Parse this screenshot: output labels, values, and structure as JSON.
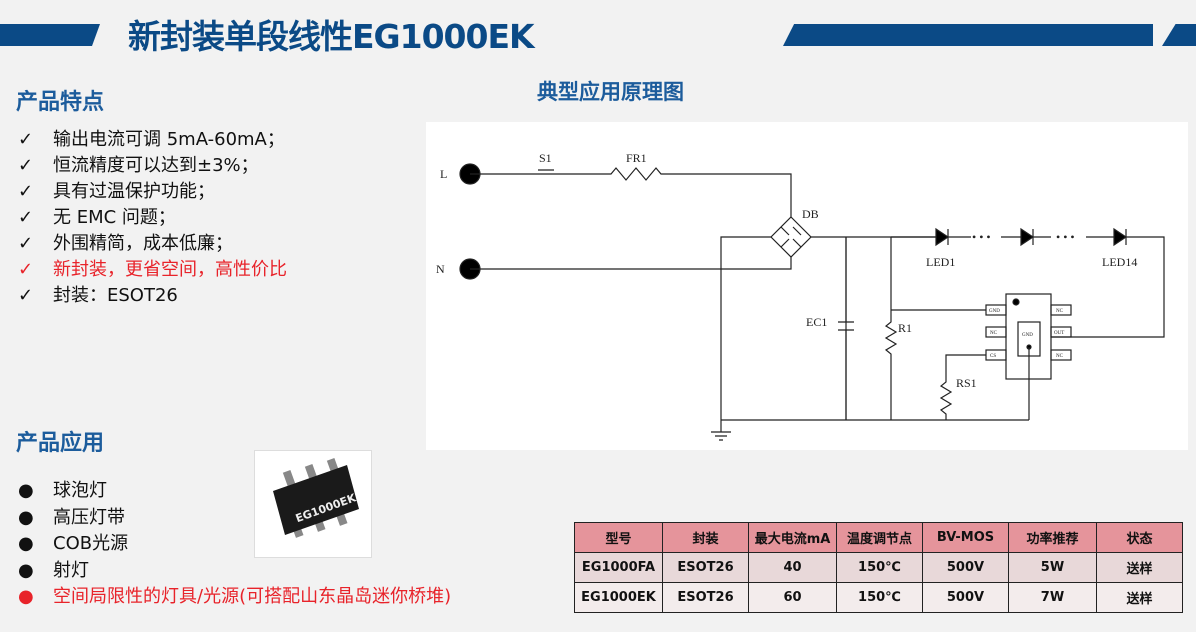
{
  "title": "新封装单段线性EG1000EK",
  "features": {
    "heading": "产品特点",
    "check": "✓",
    "items": [
      {
        "text": "输出电流可调 5mA-60mA；",
        "red": false
      },
      {
        "text": "恒流精度可以达到±3%；",
        "red": false
      },
      {
        "text": "具有过温保护功能；",
        "red": false
      },
      {
        "text": "无 EMC 问题；",
        "red": false
      },
      {
        "text": "外围精简，成本低廉；",
        "red": false
      },
      {
        "text": "新封装，更省空间，高性价比",
        "red": true
      },
      {
        "text": "封装：ESOT26",
        "red": false
      }
    ]
  },
  "applications": {
    "heading": "产品应用",
    "bullet": "●",
    "items": [
      {
        "text": "球泡灯",
        "red": false
      },
      {
        "text": "高压灯带",
        "red": false
      },
      {
        "text": "COB光源",
        "red": false
      },
      {
        "text": "射灯",
        "red": false
      },
      {
        "text": "空间局限性的灯具/光源(可搭配山东晶岛迷你桥堆)",
        "red": true
      }
    ]
  },
  "chip_marking": "EG1000EK",
  "schematic": {
    "heading": "典型应用原理图",
    "labels": {
      "L": "L",
      "N": "N",
      "S1": "S1",
      "FR1": "FR1",
      "DB": "DB",
      "EC1": "EC1",
      "R1": "R1",
      "RS1": "RS1",
      "LED1": "LED1",
      "LED14": "LED14",
      "dots": "• • •",
      "gnd": "GND",
      "nc": "NC",
      "cs": "CS",
      "out": "OUT"
    }
  },
  "table": {
    "headers": [
      "型号",
      "封装",
      "最大电流mA",
      "温度调节点",
      "BV-MOS",
      "功率推荐",
      "状态"
    ],
    "rows": [
      [
        "EG1000FA",
        "ESOT26",
        "40",
        "150℃",
        "500V",
        "5W",
        "送样"
      ],
      [
        "EG1000EK",
        "ESOT26",
        "60",
        "150℃",
        "500V",
        "7W",
        "送样"
      ]
    ]
  },
  "colors": {
    "brand": "#0b4a86",
    "red": "#e8232a",
    "header": "#e5949b"
  }
}
